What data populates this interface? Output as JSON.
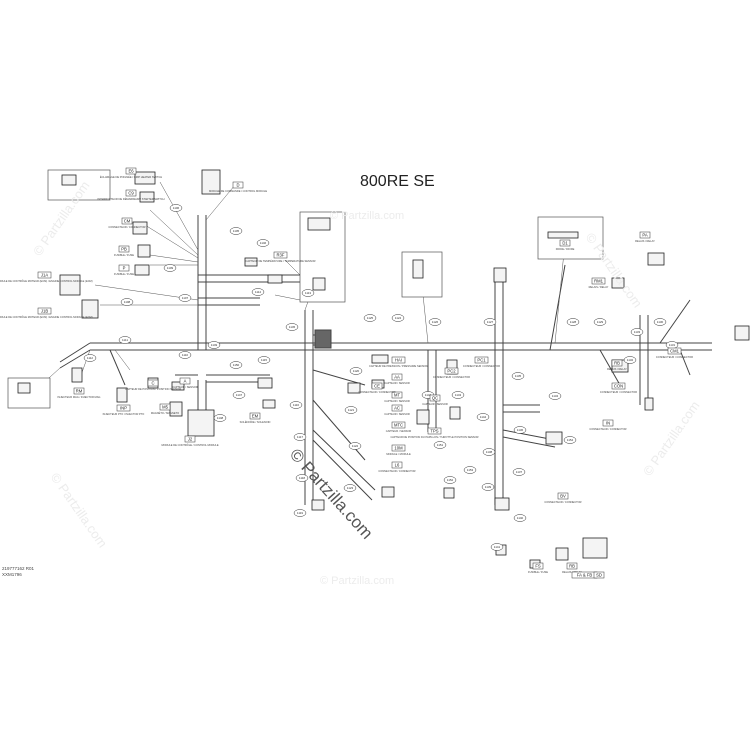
{
  "title": "800RE SE",
  "doc_code": [
    "219777162 R01",
    "XXM1796"
  ],
  "watermark": {
    "brand": "© Partzilla.com",
    "center": "© Partzilla.com"
  },
  "callouts": [
    {
      "code": "E6",
      "caption": "ÉCLAIRAGE DE POIGNÉE / GRIP HEATER SWITCH"
    },
    {
      "code": "C9",
      "caption": "INTERRUPTEUR DE DÉMARREUR / STARTER SWITCH"
    },
    {
      "code": "D",
      "caption": "MODULE DE COMMANDE / CONTROL MODULE"
    },
    {
      "code": "CM",
      "caption": "CONNECTEUR / CONNECTOR"
    },
    {
      "code": "PB",
      "caption": "FUSIBLE / FUSE"
    },
    {
      "code": "P",
      "caption": "FUSIBLE / FUSE"
    },
    {
      "code": "J1A",
      "caption": "MODULE DE CONTRÔLE MOTEUR (ECM) / ENGINE CONTROL MODULE (ECM)"
    },
    {
      "code": "J1B",
      "caption": "MODULE DE CONTRÔLE MOTEUR (ECM) / ENGINE CONTROL MODULE (ECM)"
    },
    {
      "code": "R3F",
      "caption": "CAPTEUR DE TEMPÉRATURE / TEMPERATURE SENSOR"
    },
    {
      "code": "RM",
      "caption": "INJECTEUR MAG / INJECTOR MAG"
    },
    {
      "code": "INP",
      "caption": "INJECTEUR PTO / INJECTOR PTO"
    },
    {
      "code": "C",
      "caption": "CAPTEUR DE POSITION / POSITION SENSOR"
    },
    {
      "code": "A",
      "caption": "CAPTEUR / SENSOR"
    },
    {
      "code": "M5",
      "caption": "MAGNÉTO / MAGNETO"
    },
    {
      "code": "J2",
      "caption": "MODULE DE CONTRÔLE / CONTROL MODULE"
    },
    {
      "code": "EM",
      "caption": "SOLÉNOÏDE / SOLENOID"
    },
    {
      "code": "HAI",
      "caption": "CAPTEUR DE PRESSION / PRESSURE SENSOR"
    },
    {
      "code": "AA",
      "caption": "CAPTEUR / SENSOR"
    },
    {
      "code": "MT",
      "caption": "CAPTEUR / SENSOR"
    },
    {
      "code": "AC",
      "caption": "CAPTEUR / SENSOR"
    },
    {
      "code": "MTC",
      "caption": "CAPTEUR / SENSOR"
    },
    {
      "code": "PC2",
      "caption": "CONNECTEUR / CONNECTOR"
    },
    {
      "code": "PC1",
      "caption": "CONNECTEUR / CONNECTOR"
    },
    {
      "code": "QC",
      "caption": "CAPTEUR / SENSOR"
    },
    {
      "code": "10M",
      "caption": "MODULE / MODULE"
    },
    {
      "code": "L6",
      "caption": "CONNECTEUR / CONNECTOR"
    },
    {
      "code": "TPS",
      "caption": "CAPTEUR DE POSITION DU PAPILLON / THROTTLE POSITION SENSOR"
    },
    {
      "code": "PA",
      "caption": "RELAIS / RELAY"
    },
    {
      "code": "RM1",
      "caption": "RELAIS / RELAY"
    },
    {
      "code": "CM1",
      "caption": "CONNECTEUR / CONNECTOR"
    },
    {
      "code": "CON",
      "caption": "CONNECTEUR / CONNECTOR"
    },
    {
      "code": "IN",
      "caption": "CONNECTEUR / CONNECTOR"
    },
    {
      "code": "BV",
      "caption": "CONNECTEUR / CONNECTOR"
    },
    {
      "code": "FS",
      "caption": "FUSIBLE / FUSE"
    },
    {
      "code": "RB",
      "caption": "RELAIS / RELAY"
    },
    {
      "code": "FA & FB",
      "caption": ""
    },
    {
      "code": "SD",
      "caption": ""
    },
    {
      "code": "CE",
      "caption": "CONNECTEUR / CONNECTOR"
    },
    {
      "code": "D1",
      "caption": "DIODE / DIODE"
    },
    {
      "code": "RB",
      "caption": "RELAIS / RELAY"
    }
  ],
  "nodes": [
    "1105",
    "1106",
    "1107",
    "1108",
    "1109",
    "1110",
    "1111",
    "1112",
    "1113",
    "1114",
    "1115",
    "1116",
    "1117",
    "1118",
    "1119",
    "1120",
    "1121",
    "1122",
    "1123",
    "1124",
    "1125",
    "1126",
    "1127",
    "1128",
    "1129",
    "1130",
    "1131",
    "1132",
    "1133",
    "1134",
    "1135",
    "1136",
    "1137",
    "1138",
    "1139",
    "1140",
    "1141",
    "1142",
    "1143",
    "1144",
    "1145",
    "1146",
    "1147",
    "1148",
    "1149",
    "1150",
    "1151",
    "1152",
    "1153",
    "1154"
  ]
}
